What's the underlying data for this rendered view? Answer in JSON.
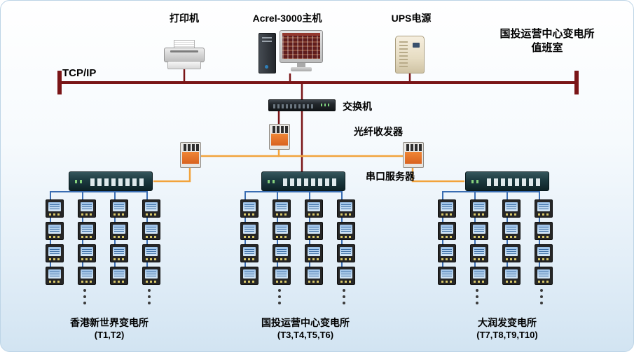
{
  "devices": {
    "printer_label": "打印机",
    "host_label": "Acrel-3000主机",
    "ups_label": "UPS电源",
    "switch_label": "交换机",
    "fiber_transceiver_label": "光纤收发器",
    "serial_server_label": "串口服务器"
  },
  "room_label": {
    "line1": "国投运营中心变电所",
    "line2": "值班室"
  },
  "bus_label": "TCP/IP",
  "substations": [
    {
      "name": "香港新世界变电所",
      "transformers": "(T1,T2)"
    },
    {
      "name": "国投运营中心变电所",
      "transformers": "(T3,T4,T5,T6)"
    },
    {
      "name": "大润发变电所",
      "transformers": "(T7,T8,T9,T10)"
    }
  ],
  "colors": {
    "bus_line": "#7a1517",
    "fiber_line": "#f2a33c",
    "meter_line": "#3a6db2",
    "canvas_border": "#bcd4e6"
  }
}
